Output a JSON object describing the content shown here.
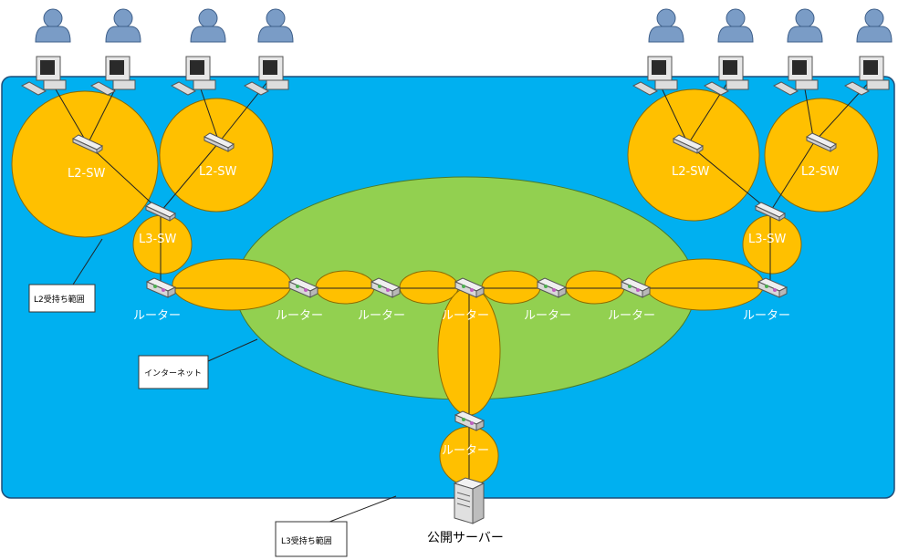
{
  "labels": {
    "l2sw": "L2-SW",
    "l3sw": "L3-SW",
    "router": "ルーター",
    "server": "公開サーバー",
    "callout_l2": "L2受持ち範囲",
    "callout_internet": "インターネット",
    "callout_l3": "L3受持ち範囲"
  },
  "colors": {
    "background_panel": "#00B0F0",
    "l2_zone": "#FFC000",
    "internet": "#92D050",
    "router_link": "#FFC000"
  },
  "icons": [
    "user-icon",
    "pc-icon",
    "switch-icon",
    "router-icon",
    "server-icon"
  ]
}
